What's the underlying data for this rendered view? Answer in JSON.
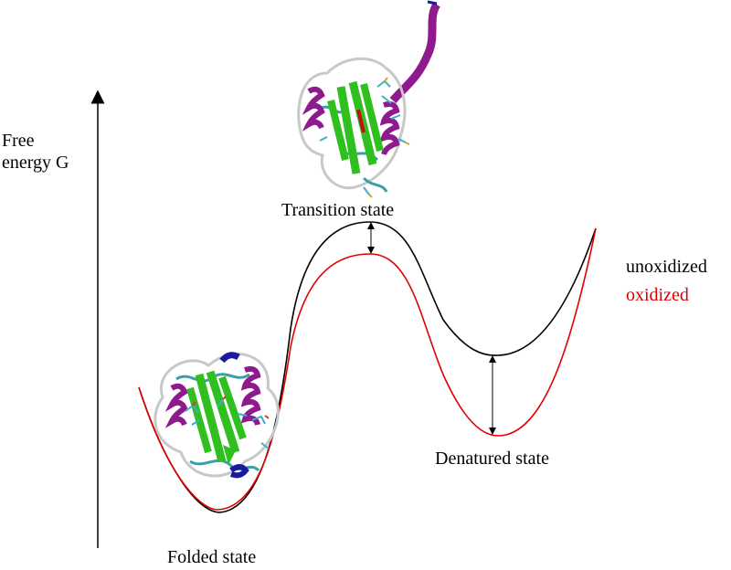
{
  "axis": {
    "label_line1": "Free",
    "label_line2": "energy G"
  },
  "labels": {
    "transition": "Transition state",
    "denatured": "Denatured state",
    "folded": "Folded state"
  },
  "legend": {
    "unoxidized": "unoxidized",
    "oxidized": "oxidized"
  },
  "colors": {
    "unoxidized": "#000000",
    "oxidized": "#e00000",
    "helix": "#8e1a8e",
    "sheet": "#2fbf1f",
    "coil": "#3aa0a8",
    "loop": "#c8c8c8",
    "helix_short": "#1a1aa0"
  },
  "icons": [
    "folded-protein-icon",
    "transition-protein-icon"
  ]
}
